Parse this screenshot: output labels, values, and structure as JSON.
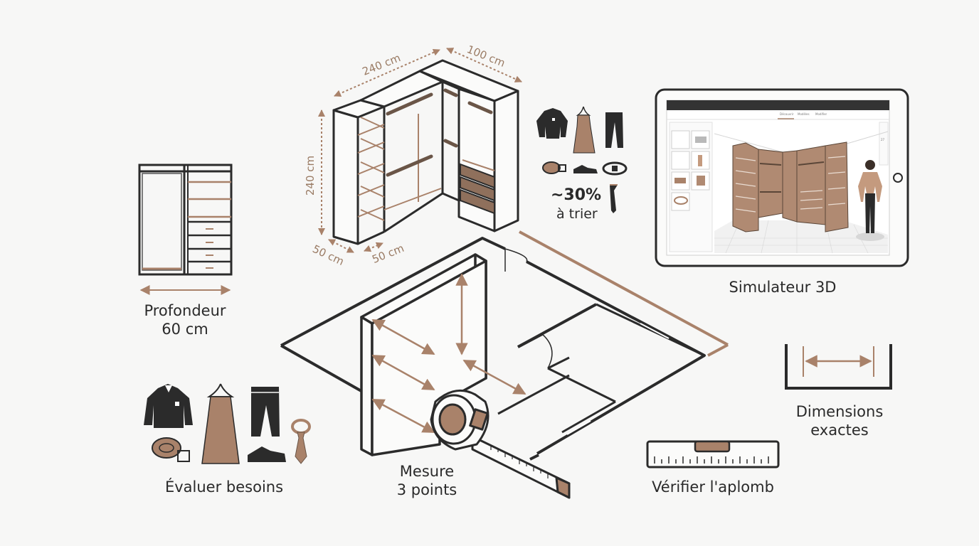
{
  "labels": {
    "depth": "Profondeur",
    "depth_value": "60 cm",
    "needs": "Évaluer besoins",
    "measure_line1": "Mesure",
    "measure_line2": "3 points",
    "plumb": "Vérifier l'aplomb",
    "dims_line1": "Dimensions",
    "dims_line2": "exactes",
    "simulator": "Simulateur 3D",
    "sort_percent": "~30%",
    "sort_text": "à trier"
  },
  "dimensions": {
    "width": "240 cm",
    "depth_side": "100 cm",
    "height": "240 cm",
    "front_left": "50 cm",
    "front_right": "50 cm"
  },
  "simulator_ui": {
    "tabs": [
      "Découvrir",
      "Modèles",
      "Modifier"
    ],
    "side_value": "27"
  },
  "colors": {
    "ink": "#2b2b2b",
    "accent": "#a9826a",
    "background": "#f7f7f6"
  },
  "icons": [
    "wardrobe-icon",
    "walk-in-closet-icon",
    "clothes-icon",
    "floor-plan-icon",
    "tape-measure-icon",
    "spirit-level-icon",
    "dimension-bracket-icon",
    "tablet-icon",
    "mannequin-icon"
  ]
}
